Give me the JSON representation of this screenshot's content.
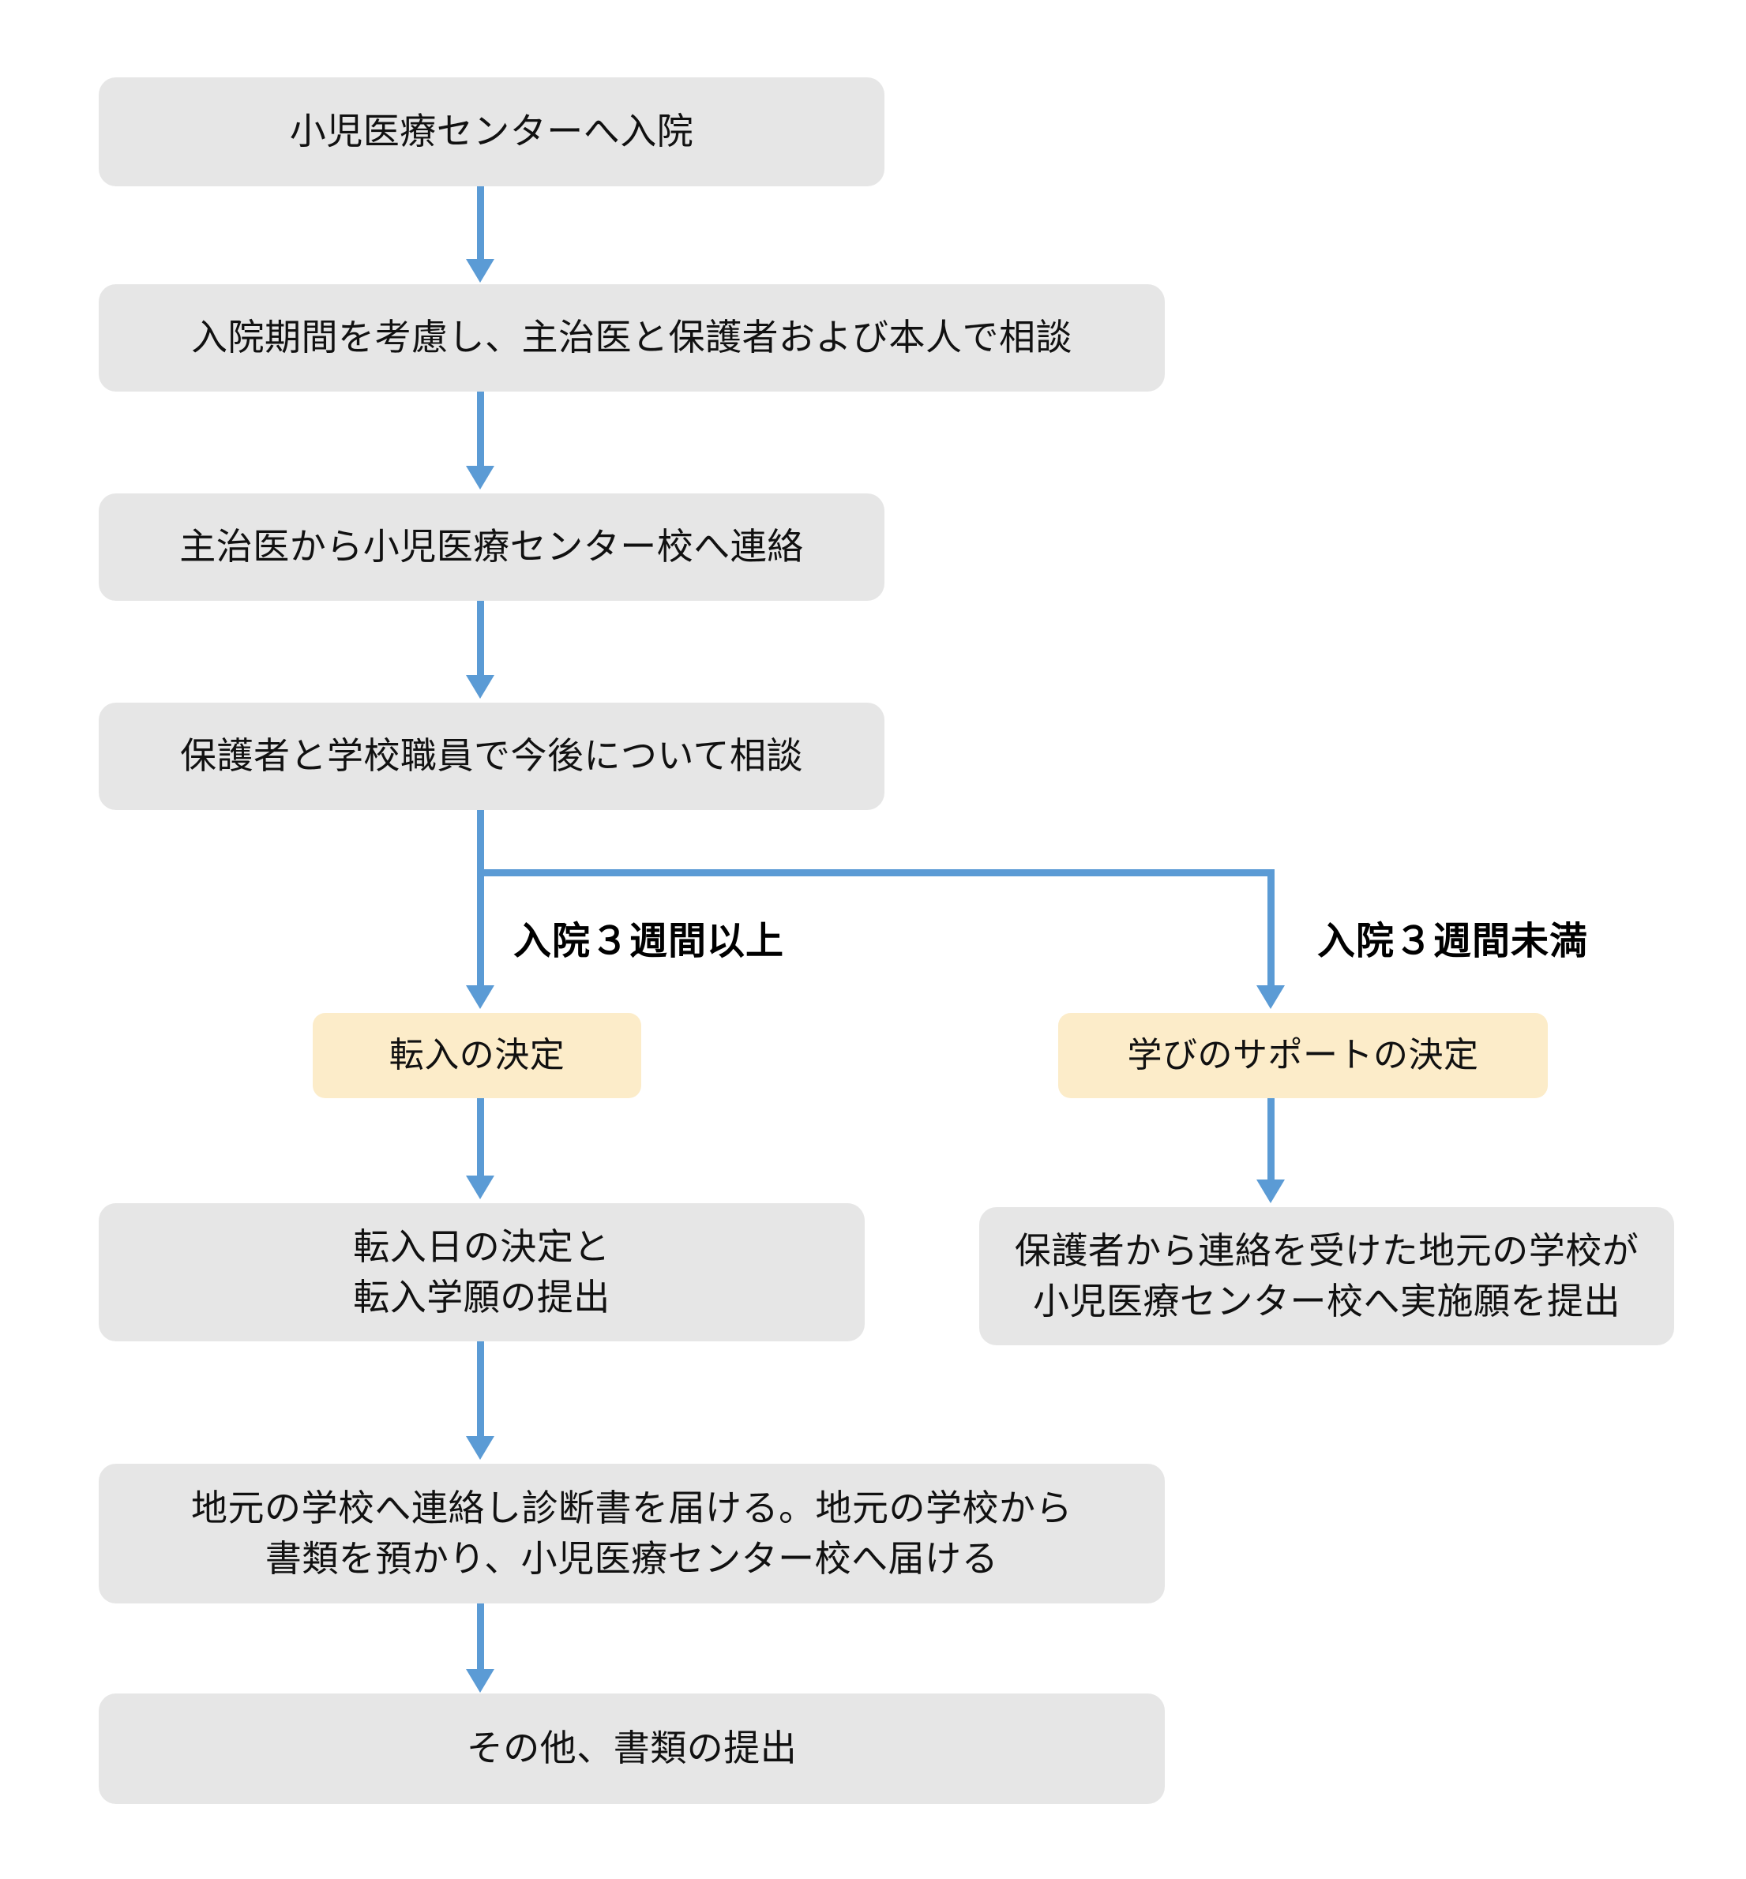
{
  "diagram": {
    "title_text_color": "#111111",
    "colors": {
      "node_gray": "#e6e6e6",
      "node_yellow": "#fcecc9",
      "connector_blue": "#5b9bd5",
      "background": "#ffffff"
    },
    "nodes": {
      "admission": "小児医療センターへ入院",
      "consult_doctor": "入院期間を考慮し、主治医と保護者および本人で相談",
      "doctor_contacts_school": "主治医から小児医療センター校へ連絡",
      "guardian_staff_consult": "保護者と学校職員で今後について相談",
      "transfer_decision": "転入の決定",
      "learning_support_decision": "学びのサポートの決定",
      "transfer_date_and_application": "転入日の決定と\n転入学願の提出",
      "local_school_submits_request": "保護者から連絡を受けた地元の学校が\n小児医療センター校へ実施願を提出",
      "contact_local_school_documents": "地元の学校へ連絡し診断書を届ける。地元の学校から\n書類を預かり、小児医療センター校へ届ける",
      "other_documents": "その他、書類の提出"
    },
    "branch_labels": {
      "left": "入院３週間以上",
      "right": "入院３週間未満"
    }
  }
}
